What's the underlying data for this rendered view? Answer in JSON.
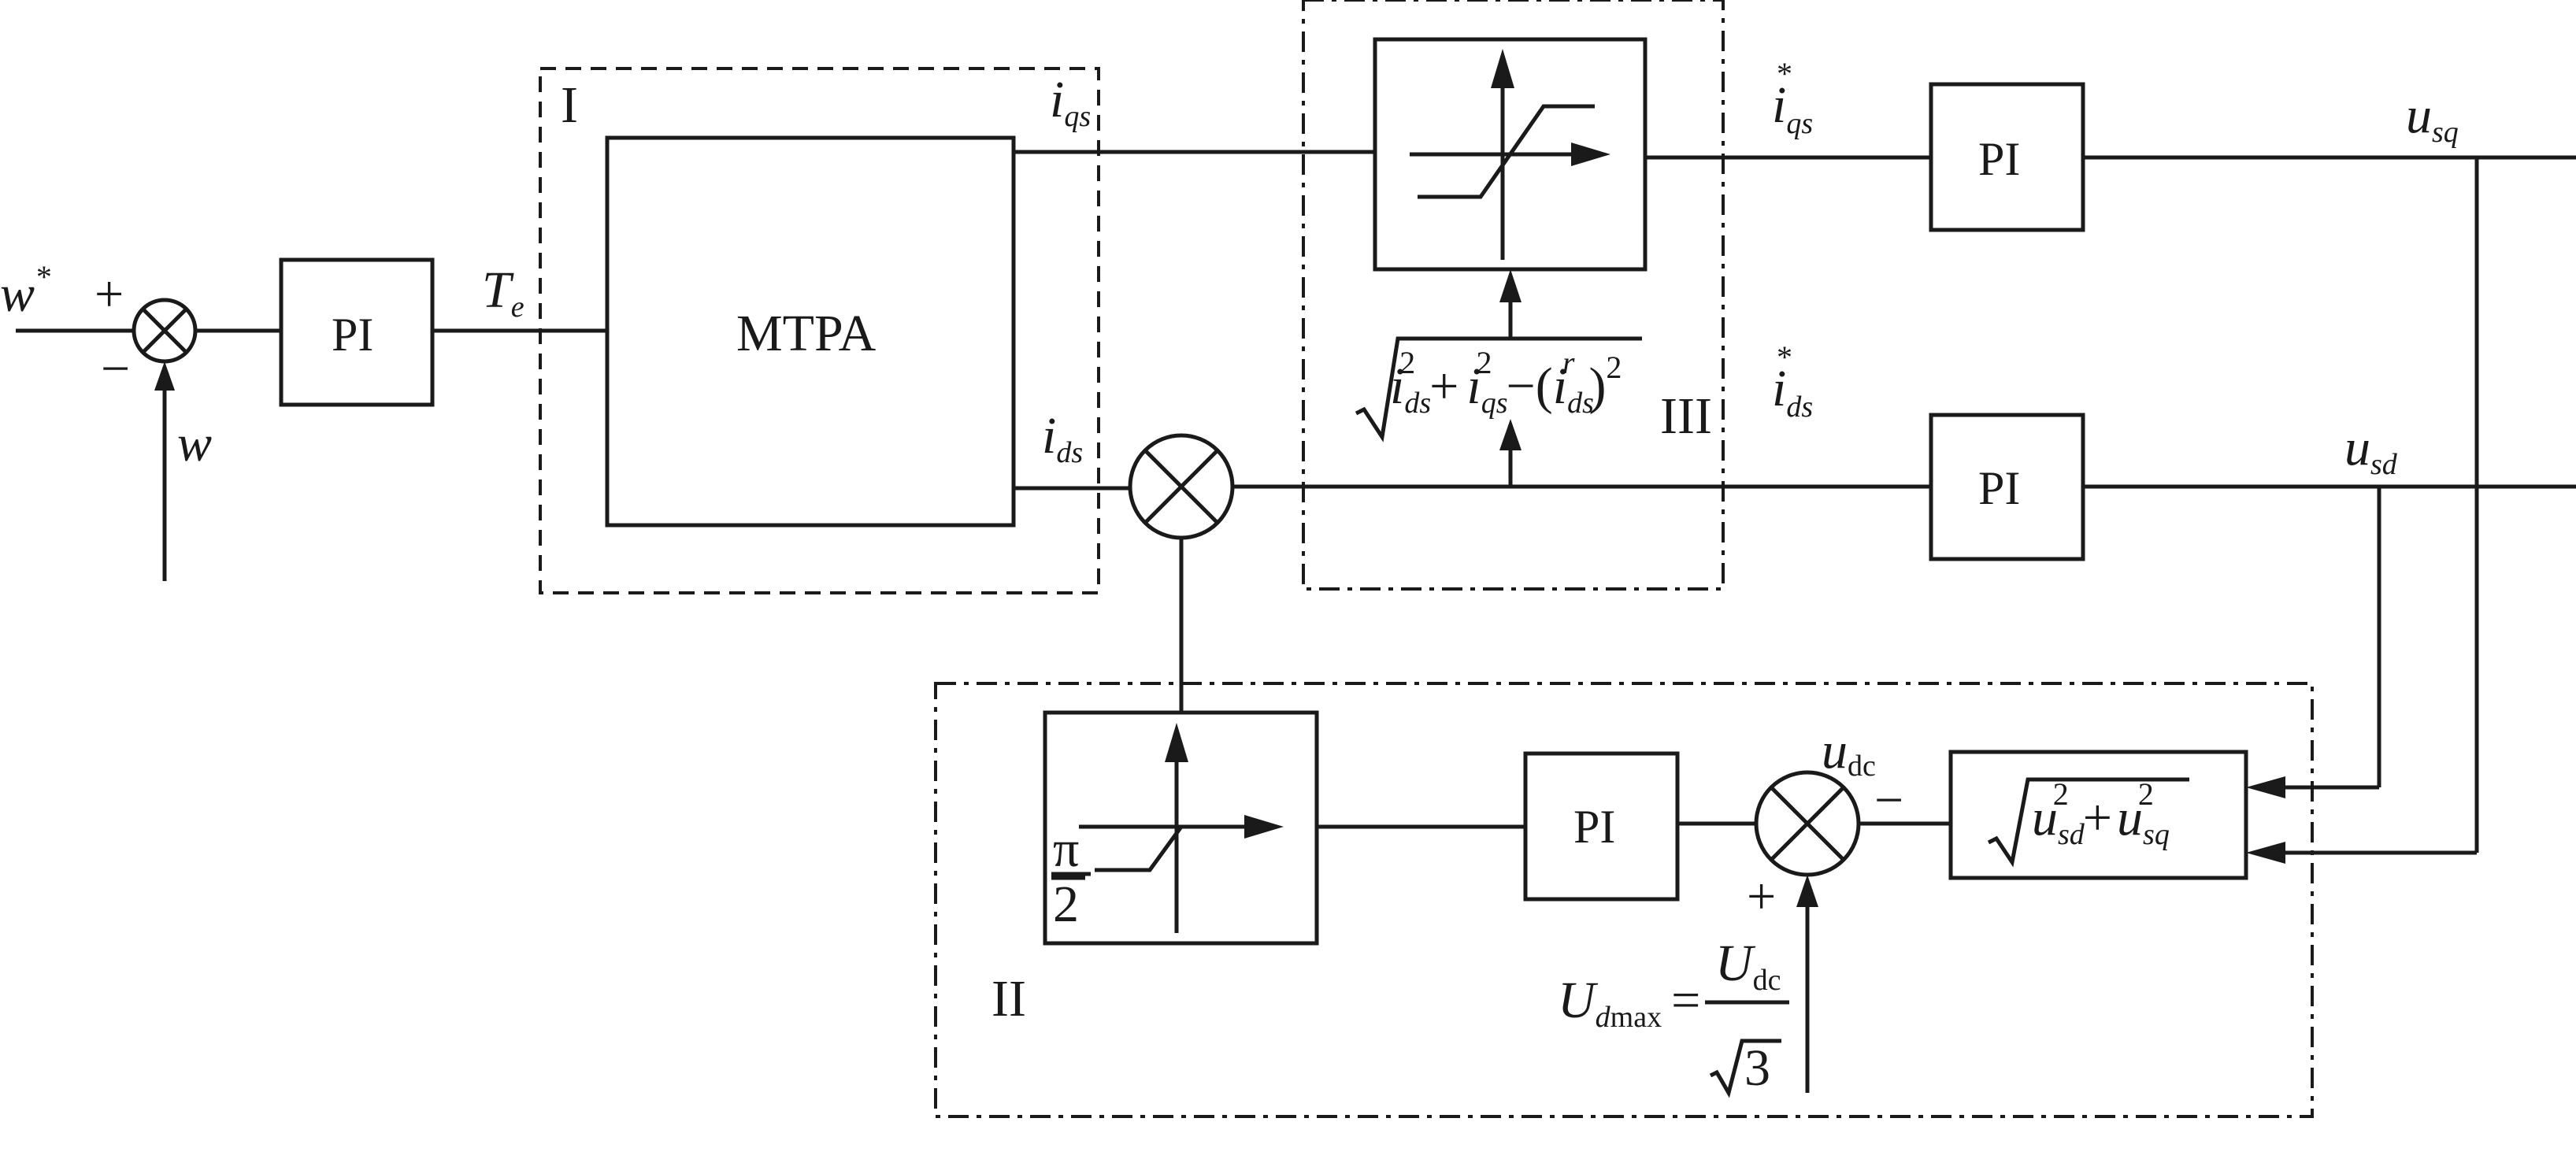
{
  "inputs": {
    "w_ref": "w",
    "w_ref_sup": "*",
    "w_fb": "w",
    "plus": "+",
    "minus": "−"
  },
  "blocks": {
    "pi_speed": "PI",
    "mtpa": "MTPA",
    "pi_q": "PI",
    "pi_d": "PI",
    "pi_flux": "PI",
    "pi_over_2_num": "π",
    "pi_over_2_den": "2"
  },
  "regions": {
    "region1": "I",
    "region2": "II",
    "region3": "III"
  },
  "signals": {
    "te": "T",
    "te_sub": "e",
    "iqs": "i",
    "iqs_sub": "qs",
    "ids": "i",
    "ids_sub": "ds",
    "iqs_star": "i",
    "iqs_star_sub": "qs",
    "iqs_star_sup": "*",
    "ids_star": "i",
    "ids_star_sub": "ds",
    "ids_star_sup": "*",
    "usq": "u",
    "usq_sub": "sq",
    "usd": "u",
    "usd_sub": "sd",
    "udc": "u",
    "udc_sub": "dc",
    "flux_minus": "−",
    "flux_plus": "+"
  },
  "formulas": {
    "limit_i": {
      "i1": "i",
      "i1_sub": "ds",
      "i1_sup": "2",
      "plus": "+",
      "i2": "i",
      "i2_sub": "qs",
      "i2_sup": "2",
      "minus": "−(",
      "i3": "i",
      "i3_sub": "ds",
      "i3_sup": "r",
      "close": ")",
      "close_sup": "2"
    },
    "mag_u": {
      "u1": "u",
      "u1_sub": "sd",
      "u1_sup": "2",
      "plus": "+",
      "u2": "u",
      "u2_sub": "sq",
      "u2_sup": "2"
    },
    "udmax": {
      "lhs": "U",
      "lhs_sub": "d",
      "lhs_sub2": "max",
      "eq": "=",
      "num": "U",
      "num_sub": "dc",
      "den": "3"
    }
  }
}
